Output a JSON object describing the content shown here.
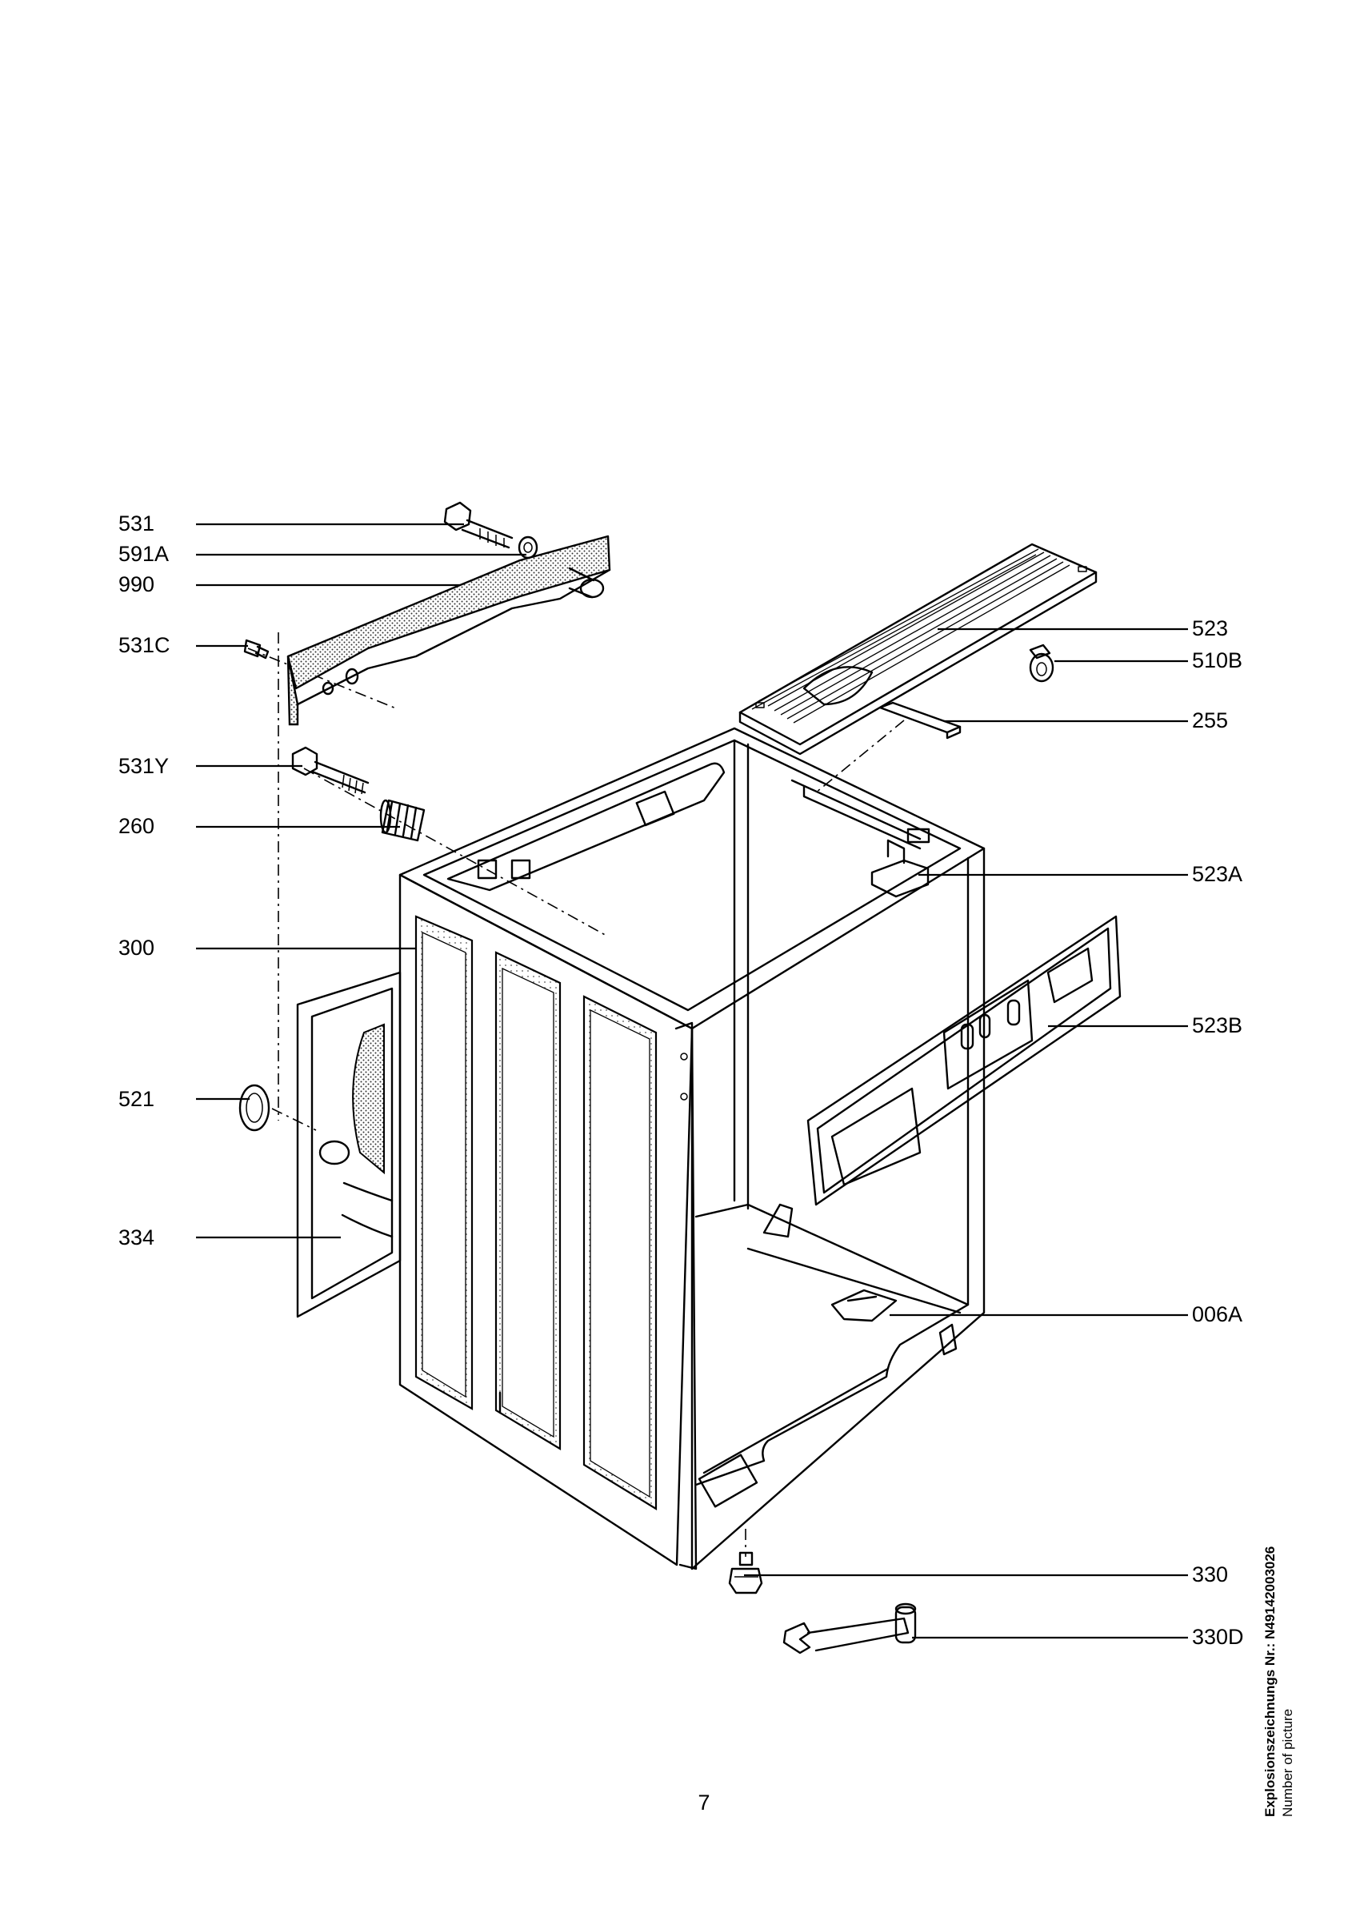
{
  "callouts_left": [
    "531",
    "591A",
    "990",
    "531C",
    "531Y",
    "260",
    "300",
    "521",
    "334"
  ],
  "callouts_right": [
    "523",
    "510B",
    "255",
    "523A",
    "523B",
    "006A",
    "330",
    "330D"
  ],
  "page_number": "7",
  "caption": {
    "line1_prefix": "Explosionszeichnungs Nr.: ",
    "drawing_number": "N49142003026",
    "line2": "Number of picture"
  }
}
